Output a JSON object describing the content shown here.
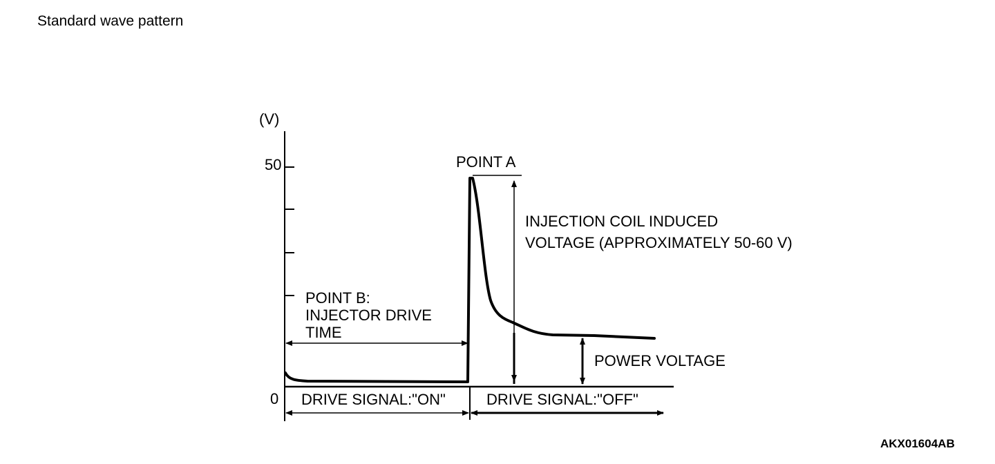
{
  "heading": "Standard wave pattern",
  "axis": {
    "unit_label": "(V)",
    "tick_50": "50",
    "tick_0": "0"
  },
  "labels": {
    "point_a": "POINT A",
    "induced_line1": "INJECTION COIL INDUCED",
    "induced_line2": "VOLTAGE (APPROXIMATELY 50-60 V)",
    "point_b_line1": "POINT B:",
    "point_b_line2": "INJECTOR DRIVE",
    "point_b_line3": "TIME",
    "power_voltage": "POWER VOLTAGE",
    "drive_on": "DRIVE SIGNAL:\"ON\"",
    "drive_off": "DRIVE SIGNAL:\"OFF\""
  },
  "figure_code": "AKX01604AB",
  "colors": {
    "ink": "#000000",
    "background": "#ffffff"
  }
}
